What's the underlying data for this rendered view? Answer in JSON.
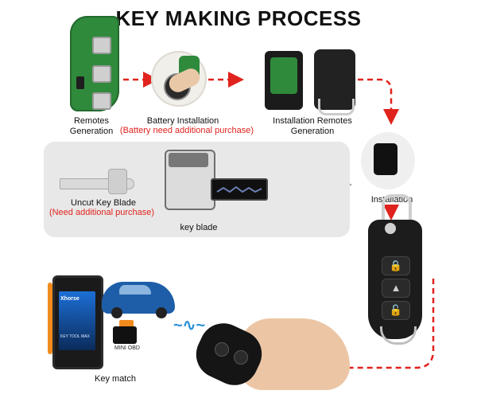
{
  "title": "KEY MAKING PROCESS",
  "steps": {
    "remotes_generation": "Remotes\nGeneration",
    "battery_installation": "Battery Installation",
    "battery_note": "(Battery need additional purchase)",
    "installation_remotes": "Installation Remotes\nGeneration",
    "installation": "Installation",
    "uncut_key_blade": "Uncut Key  Blade",
    "uncut_note": "(Need additional purchase)",
    "key_blade": "key blade",
    "key_match": "Key match"
  },
  "device": {
    "brand": "Xhorse",
    "tablet_text": "KEY TOOL MAX",
    "obd_label": "MINI OBD"
  },
  "colors": {
    "accent_red": "#e0231d",
    "arrow_gray": "#9a9a9a",
    "signal_blue": "#2a90d8"
  },
  "icons": [
    "lock-icon",
    "unlock-icon",
    "trunk-icon",
    "signal-wave-icon"
  ]
}
